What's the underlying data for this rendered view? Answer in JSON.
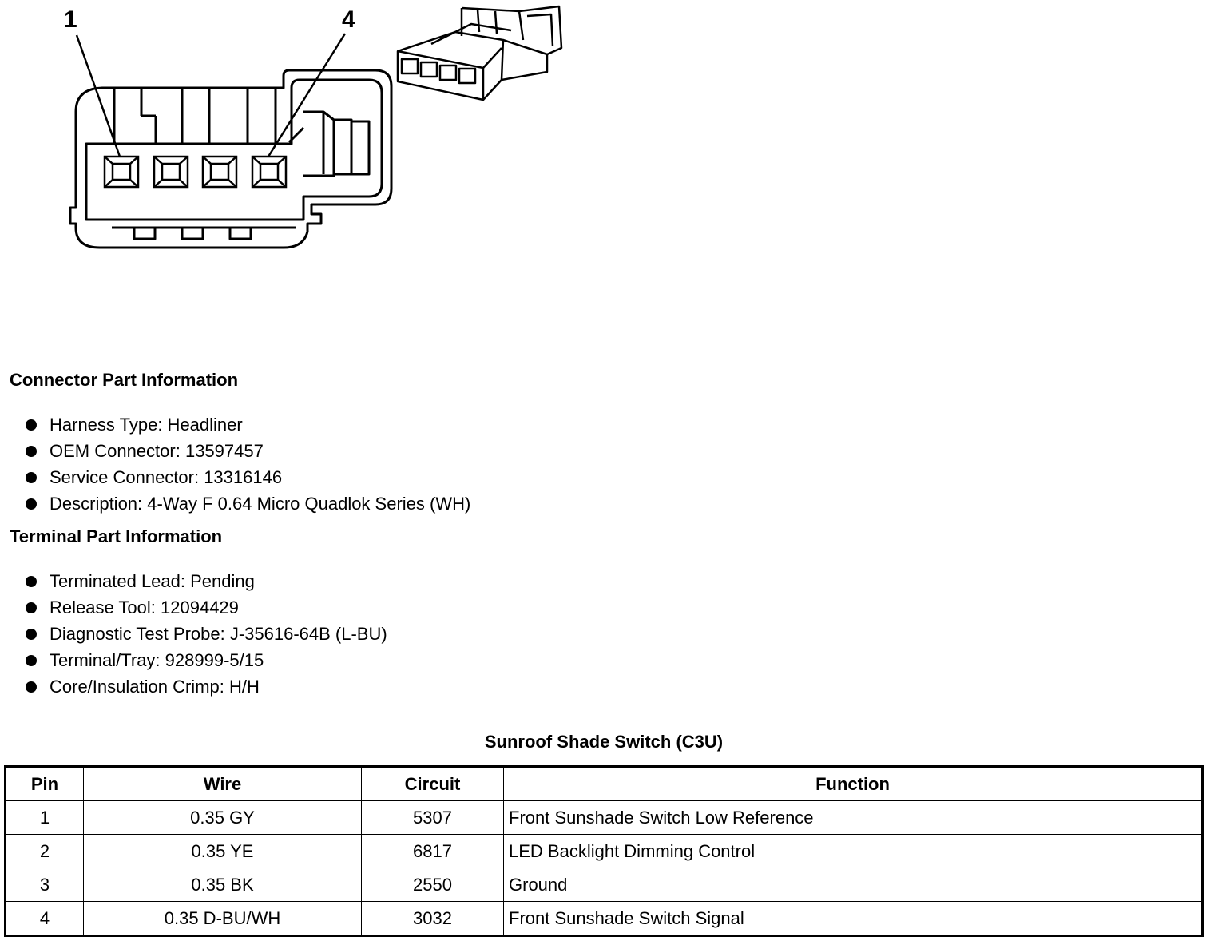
{
  "diagram": {
    "callouts": [
      "1",
      "4"
    ]
  },
  "connector_section": {
    "title": "Connector Part Information",
    "items": [
      "Harness Type: Headliner",
      "OEM Connector: 13597457",
      "Service Connector: 13316146",
      "Description: 4-Way F 0.64 Micro Quadlok Series (WH)"
    ]
  },
  "terminal_section": {
    "title": "Terminal Part Information",
    "items": [
      "Terminated Lead: Pending",
      "Release Tool: 12094429",
      "Diagnostic Test Probe: J-35616-64B (L-BU)",
      "Terminal/Tray: 928999-5/15",
      "Core/Insulation Crimp: H/H"
    ]
  },
  "table": {
    "title": "Sunroof Shade Switch (C3U)",
    "headers": [
      "Pin",
      "Wire",
      "Circuit",
      "Function"
    ],
    "rows": [
      [
        "1",
        "0.35 GY",
        "5307",
        "Front Sunshade Switch Low Reference"
      ],
      [
        "2",
        "0.35 YE",
        "6817",
        "LED Backlight Dimming Control"
      ],
      [
        "3",
        "0.35 BK",
        "2550",
        "Ground"
      ],
      [
        "4",
        "0.35 D-BU/WH",
        "3032",
        "Front Sunshade Switch Signal"
      ]
    ]
  }
}
